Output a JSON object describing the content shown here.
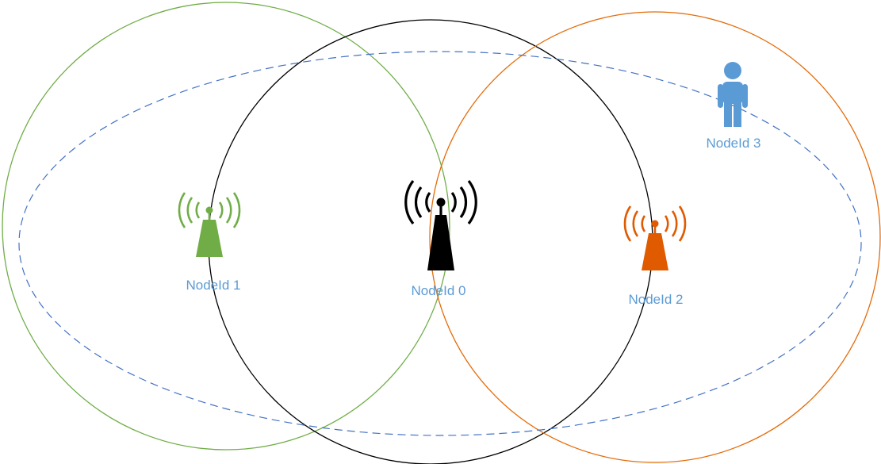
{
  "colors": {
    "node0": "#000000",
    "node1": "#70ad47",
    "node2": "#e05a00",
    "node3": "#5b9bd5",
    "coverage_node1": "#70ad47",
    "coverage_node0": "#000000",
    "coverage_node2": "#e46c0a",
    "coverage_dashed": "#4472c4",
    "label": "#5b9bd5"
  },
  "nodes": [
    {
      "id": "node0",
      "label": "NodeId 0",
      "icon": "antenna-tower-icon"
    },
    {
      "id": "node1",
      "label": "NodeId 1",
      "icon": "antenna-tower-icon"
    },
    {
      "id": "node2",
      "label": "NodeId 2",
      "icon": "antenna-tower-icon"
    },
    {
      "id": "node3",
      "label": "NodeId 3",
      "icon": "person-icon"
    }
  ]
}
